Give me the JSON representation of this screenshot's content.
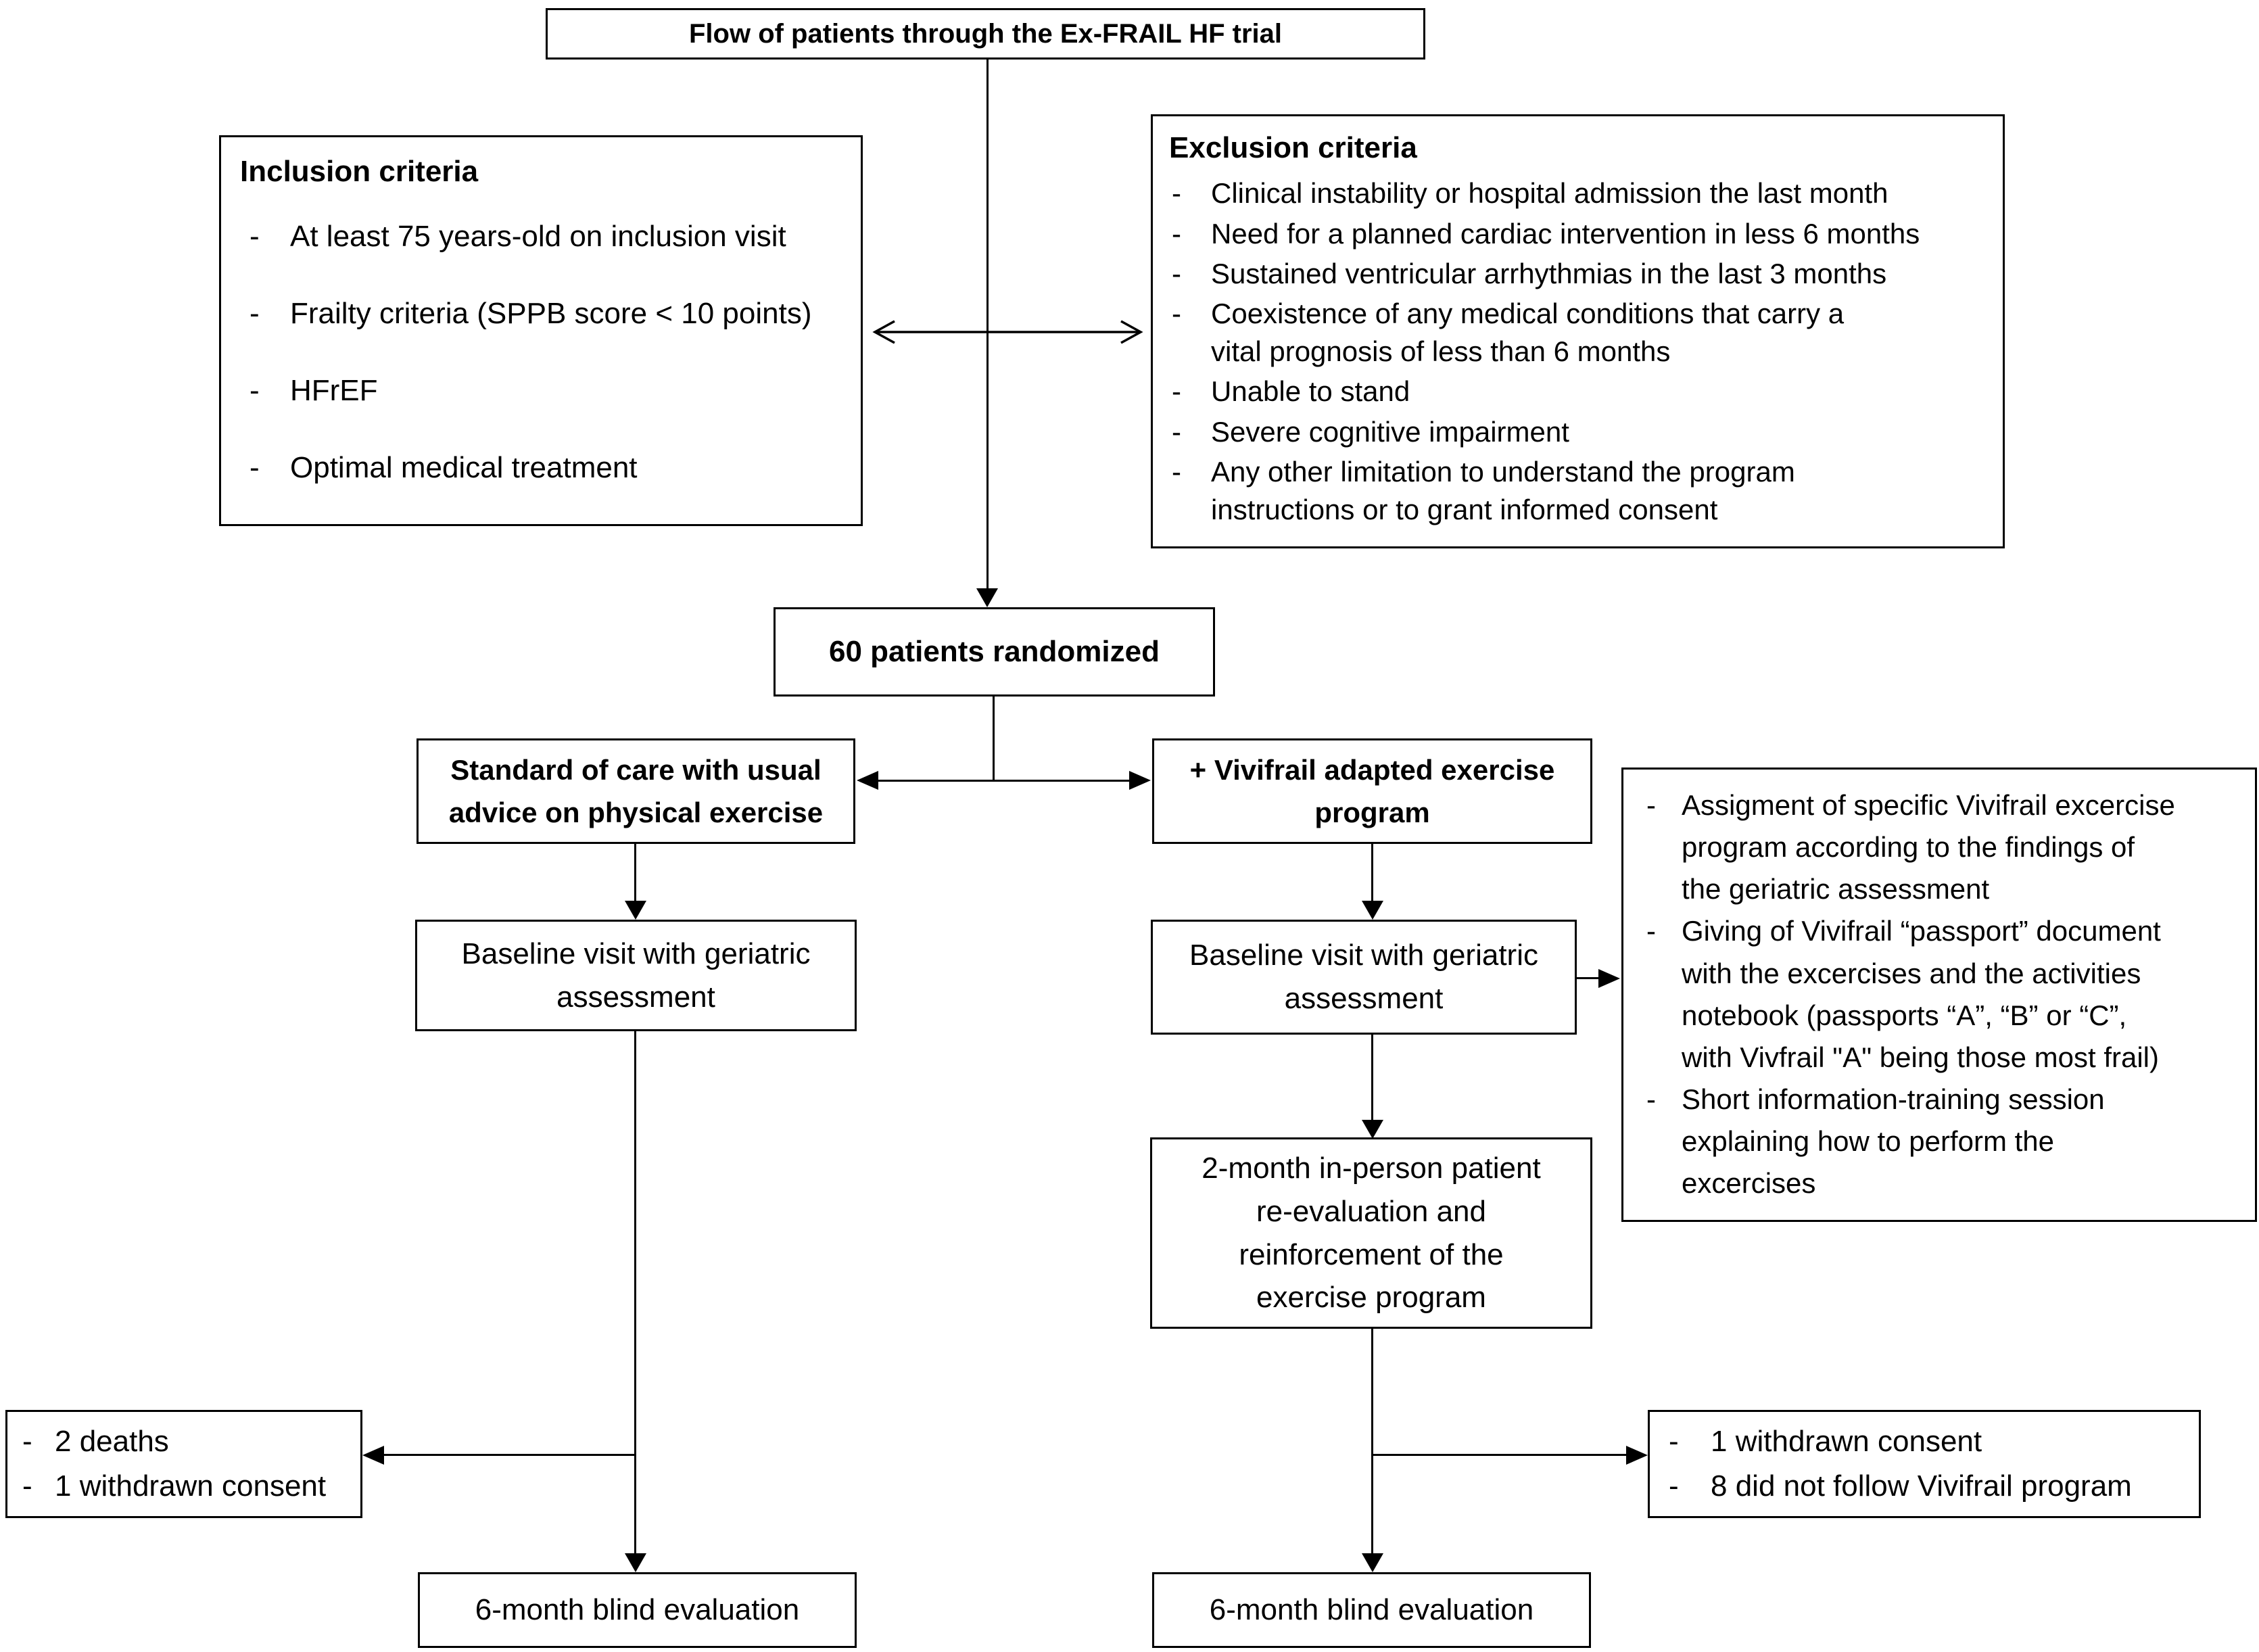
{
  "title": "Flow of patients through the Ex-FRAIL HF trial",
  "bullet": "-",
  "colors": {
    "ink": "#000000",
    "background": "#ffffff"
  },
  "inclusion": {
    "heading": "Inclusion criteria",
    "items": [
      "At least 75 years-old on inclusion visit",
      "Frailty criteria (SPPB  score < 10 points)",
      "HFrEF",
      "Optimal medical treatment"
    ]
  },
  "exclusion": {
    "heading": "Exclusion criteria",
    "items": [
      "Clinical instability or hospital admission the last month",
      "Need for a planned cardiac intervention in less 6 months",
      "Sustained ventricular arrhythmias in the last 3 months",
      "Coexistence of any medical conditions that carry a\nvital prognosis of less than 6 months",
      "Unable to stand",
      "Severe cognitive impairment",
      "Any other limitation to understand the program\ninstructions or to grant informed consent"
    ]
  },
  "randomized": "60 patients randomized",
  "arms": {
    "control": {
      "label": "Standard of care with usual\nadvice on physical exercise",
      "baseline": "Baseline visit with geriatric\nassessment",
      "events": [
        "2 deaths",
        "1 withdrawn consent"
      ],
      "evaluation": "6-month blind evaluation"
    },
    "intervention": {
      "label": "+ Vivifrail adapted exercise\nprogram",
      "baseline": "Baseline visit with geriatric\nassessment",
      "reevaluation": "2-month in-person patient\nre-evaluation and\nreinforcement of the\nexercise program",
      "events": [
        "1 withdrawn consent",
        "8 did not follow Vivifrail program"
      ],
      "evaluation": "6-month blind evaluation"
    }
  },
  "intervention_details": {
    "items": [
      "Assigment of specific Vivifrail excercise\nprogram according to the findings of\nthe geriatric assessment",
      "Giving of Vivifrail “passport” document\nwith the excercises and the activities\nnotebook (passports “A”, “B” or “C”,\nwith Vivfrail \"A\" being those most frail)",
      "Short information-training session\nexplaining how to perform the\nexcercises"
    ]
  }
}
